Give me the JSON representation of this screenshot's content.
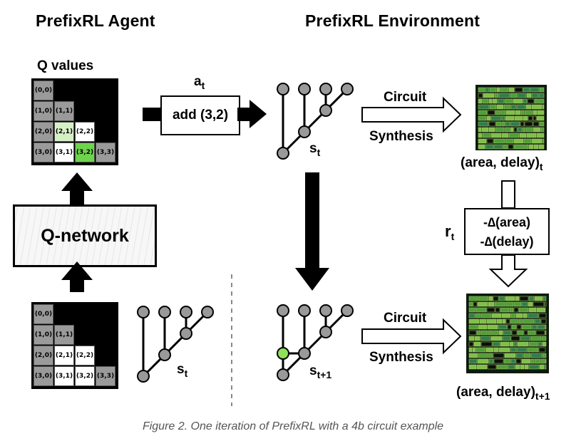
{
  "headers": {
    "agent": "PrefixRL Agent",
    "environment": "PrefixRL Environment"
  },
  "q_values_label": "Q values",
  "action": {
    "label": "a",
    "sub": "t",
    "text": "add (3,2)"
  },
  "q_network": "Q-network",
  "state_t": {
    "label": "s",
    "sub": "t"
  },
  "state_t1": {
    "label": "s",
    "sub": "t+1"
  },
  "synthesis_top": {
    "line1": "Circuit",
    "line2": "Synthesis"
  },
  "synthesis_bottom": {
    "line1": "Circuit",
    "line2": "Synthesis"
  },
  "result_t": {
    "text": "(area, delay)",
    "sub": "t"
  },
  "result_t1": {
    "text": "(area, delay)",
    "sub": "t+1"
  },
  "reward": {
    "label": "r",
    "sub": "t",
    "line1": "-∆(area)",
    "line2": "-∆(delay)"
  },
  "q_grid_top": {
    "rows": [
      [
        {
          "t": "(0,0)",
          "c": "gray"
        }
      ],
      [
        {
          "t": "(1,0)",
          "c": "gray"
        },
        {
          "t": "(1,1)",
          "c": "gray"
        }
      ],
      [
        {
          "t": "(2,0)",
          "c": "gray"
        },
        {
          "t": "(2,1)",
          "c": "lightgreen"
        },
        {
          "t": "(2,2)",
          "c": "white"
        }
      ],
      [
        {
          "t": "(3,0)",
          "c": "gray"
        },
        {
          "t": "(3,1)",
          "c": "white"
        },
        {
          "t": "(3,2)",
          "c": "green"
        },
        {
          "t": "(3,3)",
          "c": "gray"
        }
      ]
    ]
  },
  "q_grid_bottom": {
    "rows": [
      [
        {
          "t": "(0,0)",
          "c": "gray"
        }
      ],
      [
        {
          "t": "(1,0)",
          "c": "gray"
        },
        {
          "t": "(1,1)",
          "c": "gray"
        }
      ],
      [
        {
          "t": "(2,0)",
          "c": "gray"
        },
        {
          "t": "(2,1)",
          "c": "white"
        },
        {
          "t": "(2,2)",
          "c": "white"
        }
      ],
      [
        {
          "t": "(3,0)",
          "c": "gray"
        },
        {
          "t": "(3,1)",
          "c": "white"
        },
        {
          "t": "(3,2)",
          "c": "white"
        },
        {
          "t": "(3,3)",
          "c": "gray"
        }
      ]
    ]
  },
  "colors": {
    "gray": "#9a9a9a",
    "white": "#ffffff",
    "lightgreen": "#d6f0c6",
    "green": "#6ed44c",
    "node": "#999999",
    "node_added": "#8fe05a"
  },
  "caption": "Figure 2. One iteration of PrefixRL with a 4b circuit example"
}
